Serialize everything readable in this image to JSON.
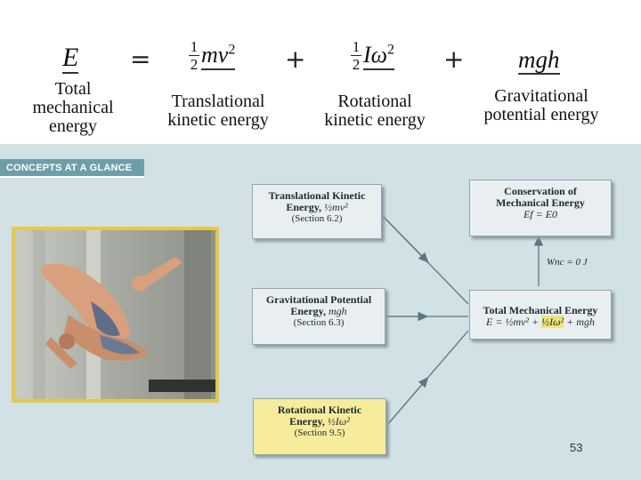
{
  "equation": {
    "lhs": "E",
    "equals": "=",
    "plus": "+",
    "term_translational": "mv",
    "term_rotational": "Iω",
    "term_gravitational": "mgh",
    "half_num": "1",
    "half_den": "2",
    "exponent": "2",
    "labels": {
      "total_line1": "Total",
      "total_line2": "mechanical",
      "total_line3": "energy",
      "trans_line1": "Translational",
      "trans_line2": "kinetic energy",
      "rot_line1": "Rotational",
      "rot_line2": "kinetic energy",
      "grav_line1": "Gravitational",
      "grav_line2": "potential energy"
    }
  },
  "banner": {
    "text": "CONCEPTS AT A GLANCE"
  },
  "boxes": {
    "translational": {
      "title1": "Translational Kinetic",
      "title2": "Energy, ",
      "formula": "½mv²",
      "section": "(Section 6.2)"
    },
    "gravitational": {
      "title1": "Gravitational Potential",
      "title2": "Energy, ",
      "formula": "mgh",
      "section": "(Section 6.3)"
    },
    "rotational": {
      "title1": "Rotational Kinetic",
      "title2": "Energy, ",
      "formula": "½Iω²",
      "section": "(Section 9.5)"
    },
    "total": {
      "title": "Total Mechanical Energy",
      "formula_a": "E = ½mv² + ",
      "formula_b": "½Iω²",
      "formula_c": " + mgh"
    },
    "conservation": {
      "title1": "Conservation of",
      "title2": "Mechanical Energy",
      "formula": "Ef = E0"
    }
  },
  "arrow_label": "Wnc = 0 J",
  "page_number": "53",
  "colors": {
    "panel": "#d2e1e5",
    "banner": "#6e9ea8",
    "photo_frame": "#e4c94a",
    "highlight_box": "#f6ec9c"
  }
}
